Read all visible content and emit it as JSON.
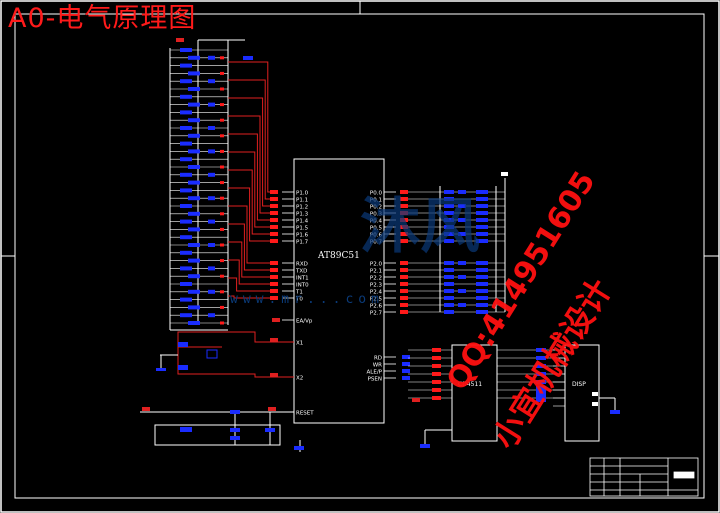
{
  "title": "A0-电气原理图",
  "mcu": {
    "name": "AT89C51",
    "left_pins": [
      "P1.0",
      "P1.1",
      "P1.2",
      "P1.3",
      "P1.4",
      "P1.5",
      "P1.6",
      "P1.7",
      "RXD",
      "TXD",
      "INT1",
      "INT0",
      "T1",
      "T0",
      "EA/Vp",
      "X1",
      "X2",
      "RESET"
    ],
    "right_pins": [
      "P0.0",
      "P0.1",
      "P0.2",
      "P0.3",
      "P0.4",
      "P0.5",
      "P0.6",
      "P0.7",
      "P2.0",
      "P2.1",
      "P2.2",
      "P2.3",
      "P2.4",
      "P2.5",
      "P2.6",
      "P2.7",
      "RD",
      "WR",
      "ALE/P",
      "PSEN"
    ]
  },
  "chip2": {
    "name": "CD4511"
  },
  "chip3": {
    "name": "DISP"
  },
  "watermark": {
    "qq": "QQ:414951605",
    "cn": "小宜机械设计",
    "url": "www.mr...com",
    "logo": "沐风"
  },
  "colors": {
    "background": "#000000",
    "frame": "#ffffff",
    "wire": "#e02020",
    "component": "#1a2cff",
    "pin_pad": "#ff1a1a",
    "title": "#ff1a1a"
  }
}
